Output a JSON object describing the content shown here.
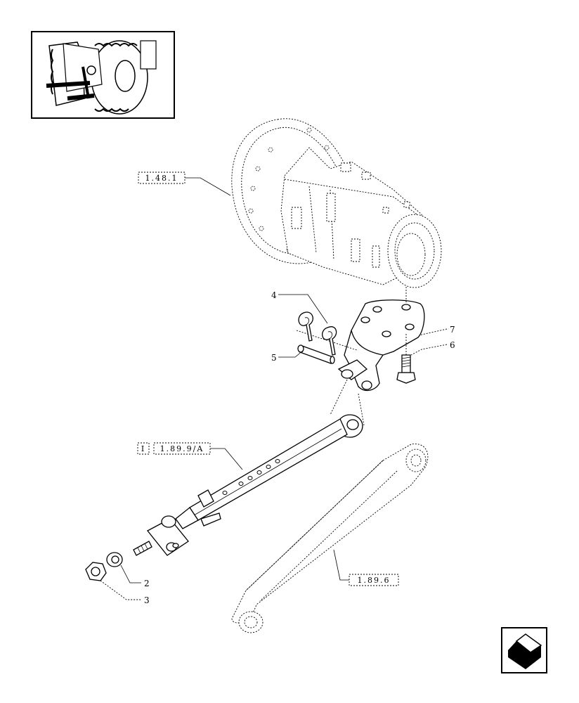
{
  "refs": {
    "gearbox": "1.48.1",
    "toplink_prefix": "I",
    "toplink": "1.89.9/A",
    "lower_arm": "1.89.6"
  },
  "callouts": [
    "2",
    "3",
    "4",
    "5",
    "6",
    "7"
  ],
  "icons": {
    "thumbnail": "tractor-thumbnail-icon",
    "navigate": "next-page-arrow-icon"
  }
}
